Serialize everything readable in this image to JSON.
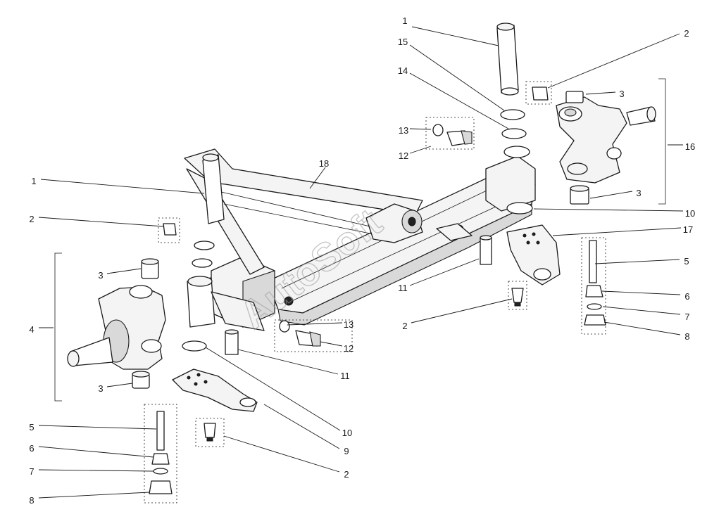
{
  "diagram": {
    "watermark": "AutoSoft",
    "callouts": [
      "1",
      "2",
      "3",
      "4",
      "5",
      "6",
      "7",
      "8",
      "9",
      "10",
      "11",
      "12",
      "13",
      "14",
      "15",
      "16",
      "17",
      "18"
    ]
  }
}
